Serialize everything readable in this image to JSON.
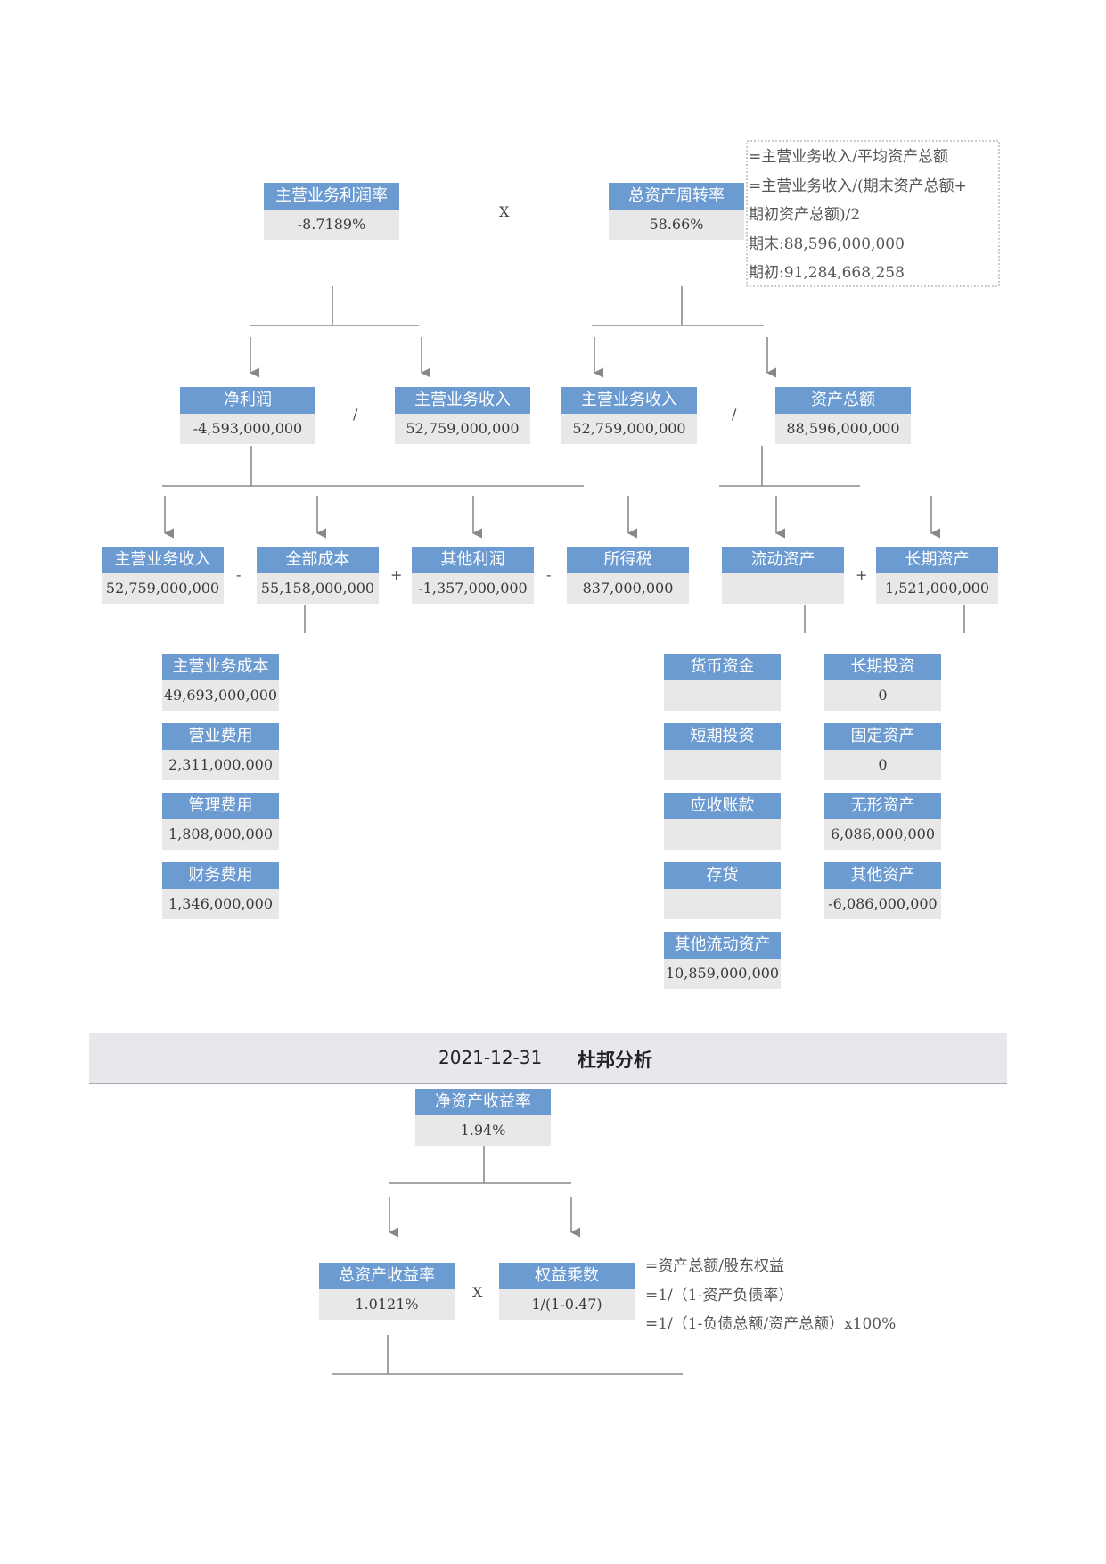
{
  "top": {
    "profit_margin": {
      "label": "主营业务利润率",
      "value": "-8.7189%"
    },
    "asset_turnover": {
      "label": "总资产周转率",
      "value": "58.66%"
    },
    "op_multiply": "X",
    "turnover_note": {
      "lines": [
        "=主营业务收入/平均资产总额",
        "=主营业务收入/(期末资产总额+",
        "期初资产总额)/2",
        "期末:88,596,000,000",
        "期初:91,284,668,258"
      ]
    }
  },
  "level2": {
    "net_profit": {
      "label": "净利润",
      "value": "-4,593,000,000"
    },
    "revenue_a": {
      "label": "主营业务收入",
      "value": "52,759,000,000"
    },
    "revenue_b": {
      "label": "主营业务收入",
      "value": "52,759,000,000"
    },
    "total_assets": {
      "label": "资产总额",
      "value": "88,596,000,000"
    },
    "op_div_a": "/",
    "op_div_b": "/"
  },
  "level3": {
    "revenue": {
      "label": "主营业务收入",
      "value": "52,759,000,000"
    },
    "total_cost": {
      "label": "全部成本",
      "value": "55,158,000,000"
    },
    "other_profit": {
      "label": "其他利润",
      "value": "-1,357,000,000"
    },
    "income_tax": {
      "label": "所得税",
      "value": "837,000,000"
    },
    "current_assets": {
      "label": "流动资产",
      "value": ""
    },
    "long_term_assets": {
      "label": "长期资产",
      "value": "1,521,000,000"
    },
    "op_minus_1": "-",
    "op_plus_1": "+",
    "op_minus_2": "-",
    "op_plus_2": "+"
  },
  "costs": [
    {
      "label": "主营业务成本",
      "value": "49,693,000,000"
    },
    {
      "label": "营业费用",
      "value": "2,311,000,000"
    },
    {
      "label": "管理费用",
      "value": "1,808,000,000"
    },
    {
      "label": "财务费用",
      "value": "1,346,000,000"
    }
  ],
  "current_items": [
    {
      "label": "货币资金",
      "value": ""
    },
    {
      "label": "短期投资",
      "value": ""
    },
    {
      "label": "应收账款",
      "value": ""
    },
    {
      "label": "存货",
      "value": ""
    },
    {
      "label": "其他流动资产",
      "value": "10,859,000,000"
    }
  ],
  "long_items": [
    {
      "label": "长期投资",
      "value": "0"
    },
    {
      "label": "固定资产",
      "value": "0"
    },
    {
      "label": "无形资产",
      "value": "6,086,000,000"
    },
    {
      "label": "其他资产",
      "value": "-6,086,000,000"
    }
  ],
  "section": {
    "date": "2021-12-31",
    "title": "杜邦分析"
  },
  "dupont": {
    "roe": {
      "label": "净资产收益率",
      "value": "1.94%"
    },
    "roa": {
      "label": "总资产收益率",
      "value": "1.0121%"
    },
    "equity_multiplier": {
      "label": "权益乘数",
      "value": "1/(1-0.47)"
    },
    "op_multiply": "X",
    "multiplier_note": {
      "lines": [
        "=资产总额/股东权益",
        "=1/（1-资产负债率）",
        "=1/（1-负债总额/资产总额）x100%"
      ]
    }
  }
}
